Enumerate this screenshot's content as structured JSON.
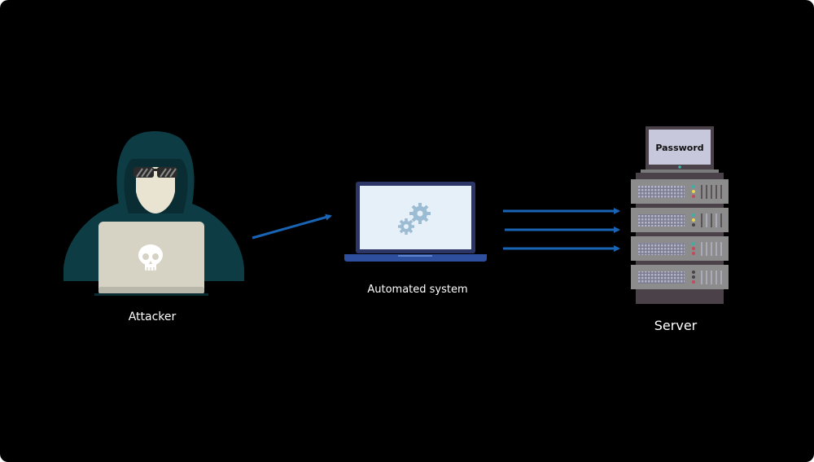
{
  "diagram": {
    "title": "Automated brute-force attack flow",
    "nodes": [
      {
        "id": "attacker",
        "label": "Attacker",
        "icon": "hooded-hacker-with-skull-laptop-icon"
      },
      {
        "id": "automated",
        "label": "Automated system",
        "icon": "laptop-with-gears-icon"
      },
      {
        "id": "server",
        "label": "Server",
        "icon": "server-rack-icon",
        "screen_text": "Password"
      }
    ],
    "edges": [
      {
        "from": "attacker",
        "to": "automated",
        "count": 1
      },
      {
        "from": "automated",
        "to": "server",
        "count": 3
      }
    ],
    "colors": {
      "background": "#000000",
      "arrow": "#1a64b5",
      "hood": "#0e3c45",
      "hood_dark": "#0a2c33",
      "attacker_laptop": "#d6d3c4",
      "auto_laptop_frame": "#2b3566",
      "auto_laptop_base": "#2d4f9e",
      "auto_laptop_screen": "#e6f0f8",
      "gear": "#9cbcd3",
      "server_unit": "#8c8c8c",
      "server_body": "#4a4248",
      "monitor_screen": "#c8c8dc"
    }
  }
}
